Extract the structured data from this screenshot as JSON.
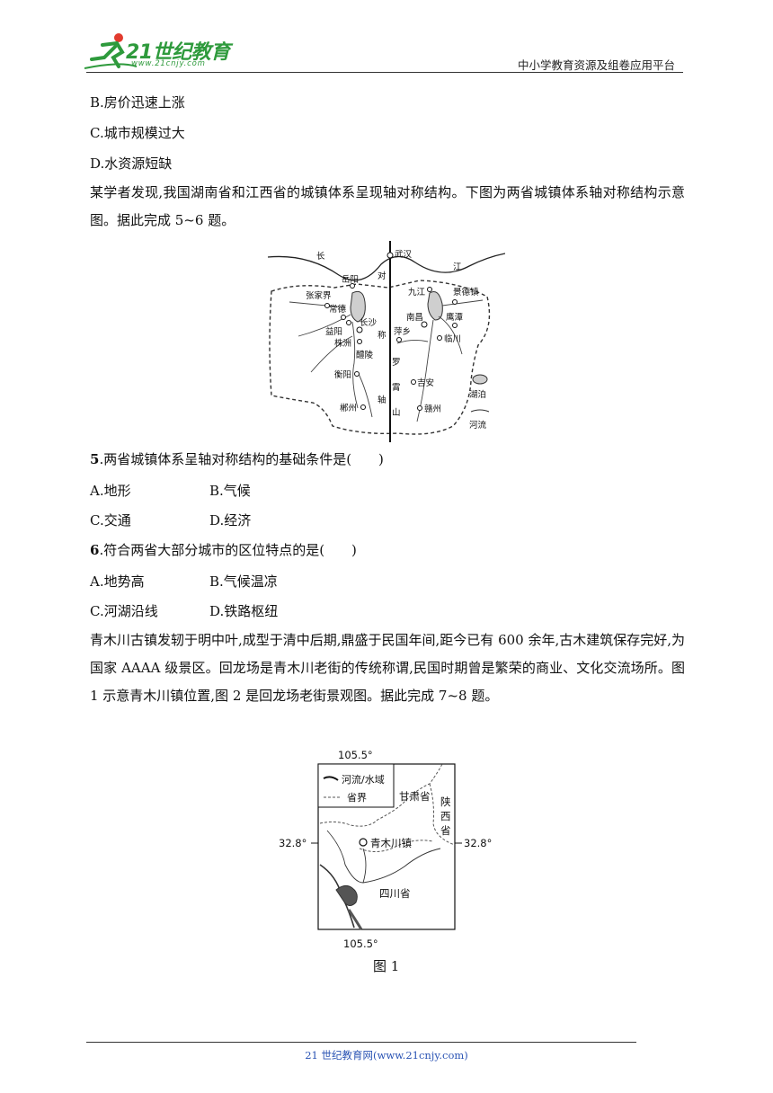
{
  "header": {
    "logo_text": "21世纪教育",
    "logo_sub": "www.21cnjy.com",
    "right_text": "中小学教育资源及组卷应用平台"
  },
  "prev_options": [
    "B.房价迅速上涨",
    "C.城市规模过大",
    "D.水资源短缺"
  ],
  "intro1": "某学者发现,我国湖南省和江西省的城镇体系呈现轴对称结构。下图为两省城镇体系轴对称结构示意图。据此完成 5~6 题。",
  "map1": {
    "labels": {
      "chang": "长",
      "jiang": "江",
      "wuhan": "武汉",
      "yueyang": "岳阳",
      "dui": "对",
      "zhangjiajie": "张家界",
      "changde": "常德",
      "yiyang": "益阳",
      "changsha": "长沙",
      "zhuzhou": "株洲",
      "cheng": "称",
      "liling": "醴陵",
      "hengyang": "衡阳",
      "chenzhou": "郴州",
      "zhou": "轴",
      "luo": "罗",
      "xiao": "霄",
      "shan": "山",
      "jiujiang": "九江",
      "jingdezhen": "景德镇",
      "nanchang": "南昌",
      "yingtan": "鹰潭",
      "pingxiang": "萍乡",
      "linchuan": "临川",
      "jian": "吉安",
      "ganzhou": "赣州"
    },
    "legend": {
      "lake": "湖泊",
      "river": "河流"
    }
  },
  "q5": {
    "number": "5",
    "stem": ".两省城镇体系呈轴对称结构的基础条件是(　　)",
    "options": {
      "a": "A.地形",
      "b": "B.气候",
      "c": "C.交通",
      "d": "D.经济"
    }
  },
  "q6": {
    "number": "6",
    "stem": ".符合两省大部分城市的区位特点的是(　　)",
    "options": {
      "a": "A.地势高",
      "b": "B.气候温凉",
      "c": "C.河湖沿线",
      "d": "D.铁路枢纽"
    }
  },
  "intro2": "青木川古镇发轫于明中叶,成型于清中后期,鼎盛于民国年间,距今已有 600 余年,古木建筑保存完好,为国家 AAAA 级景区。回龙场是青木川老街的传统称谓,民国时期曾是繁荣的商业、文化交流场所。图 1 示意青木川镇位置,图 2 是回龙场老街景观图。据此完成 7~8 题。",
  "map2": {
    "lon_top": "105.5°",
    "lon_bottom": "105.5°",
    "lat_left": "32.8°",
    "lat_right": "32.8°",
    "legend_river": "河流/水域",
    "legend_border": "省界",
    "gansu": "甘肃省",
    "shaanxi": [
      "陕",
      "西",
      "省"
    ],
    "town": "青木川镇",
    "sichuan": "四川省"
  },
  "fig1_caption": "图 1",
  "footer": "21 世纪教育网(www.21cnjy.com)"
}
